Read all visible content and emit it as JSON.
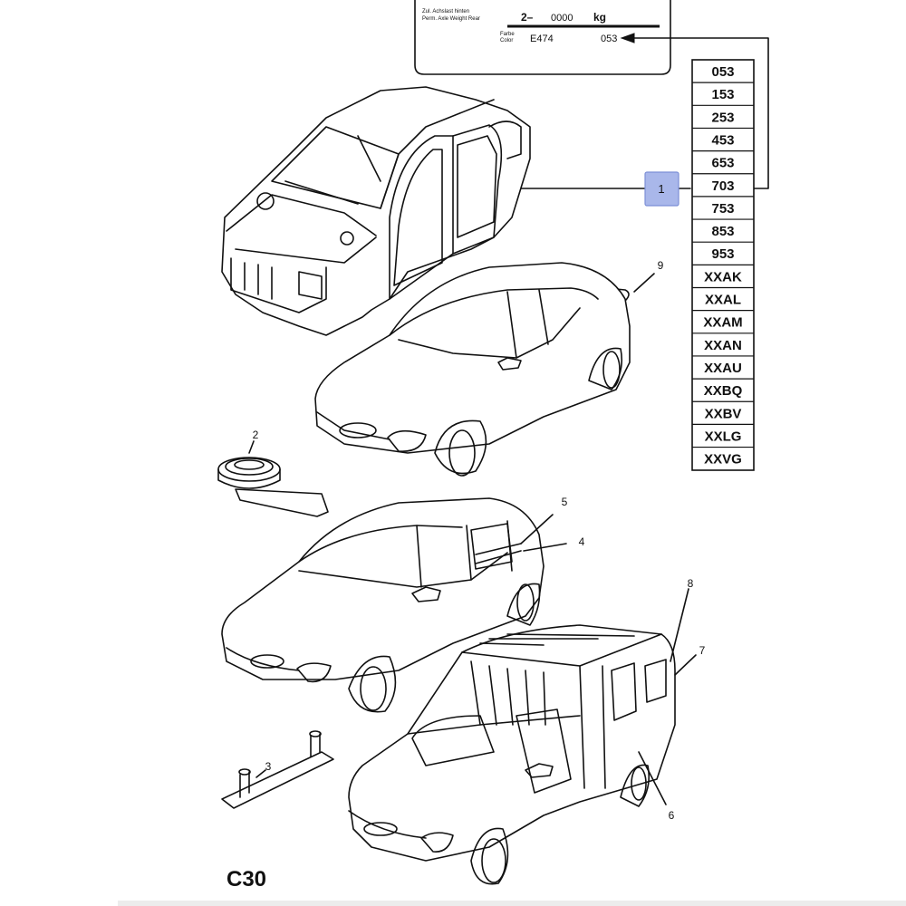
{
  "plate": {
    "axle_label_line1": "Zul. Achslast hinten",
    "axle_label_line2": "Perm. Axle Weight Rear",
    "axle_value_prefix": "2–",
    "axle_value": "0000",
    "axle_unit": "kg",
    "color_label_line1": "Farbe",
    "color_label_line2": "Color",
    "color_code": "E474",
    "color_number": "053"
  },
  "color_codes": [
    "053",
    "153",
    "253",
    "453",
    "653",
    "703",
    "753",
    "853",
    "953",
    "XXAK",
    "XXAL",
    "XXAM",
    "XXAN",
    "XXAU",
    "XXBQ",
    "XXBV",
    "XXLG",
    "XXVG"
  ],
  "callouts": {
    "c1": "1",
    "c2": "2",
    "c3": "3",
    "c4": "4",
    "c5": "5",
    "c6": "6",
    "c7": "7",
    "c8": "8",
    "c9": "9"
  },
  "highlight_color": "#a9b7ea",
  "page_code": "C30"
}
